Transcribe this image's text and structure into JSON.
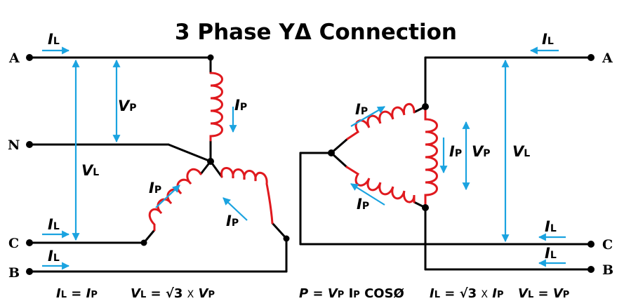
{
  "title": "3 Phase YΔ Connection",
  "terminals": {
    "left": [
      "A",
      "N",
      "C",
      "B"
    ],
    "right": [
      "A",
      "C",
      "B"
    ]
  },
  "symbols": {
    "line_current": {
      "main": "I",
      "sub": "L"
    },
    "phase_current": {
      "main": "I",
      "sub": "P"
    },
    "phase_voltage": {
      "main": "V",
      "sub": "P"
    },
    "line_voltage": {
      "main": "V",
      "sub": "L"
    }
  },
  "formulas": {
    "star_current": {
      "lhs": "I",
      "lhs_sub": "L",
      "eq": " = ",
      "rhs": "I",
      "rhs_sub": "P"
    },
    "star_voltage": {
      "lhs": "V",
      "lhs_sub": "L",
      "eq": " = √3 ",
      "times": "X",
      "rhs": "V",
      "rhs_sub": "P"
    },
    "power": {
      "p": "P",
      "eq": " = ",
      "v": "V",
      "v_sub": "P",
      "i": " I",
      "i_sub": "P",
      "cos": " COSØ"
    },
    "delta_current": {
      "lhs": "I",
      "lhs_sub": "L",
      "eq": " = √3 ",
      "times": "X",
      "rhs": "I",
      "rhs_sub": "P"
    },
    "delta_voltage": {
      "lhs": "V",
      "lhs_sub": "L",
      "eq": " = ",
      "rhs": "V",
      "rhs_sub": "P"
    }
  },
  "colors": {
    "wire": "#000000",
    "coil": "#e0191e",
    "arrow": "#1aa3e0"
  }
}
